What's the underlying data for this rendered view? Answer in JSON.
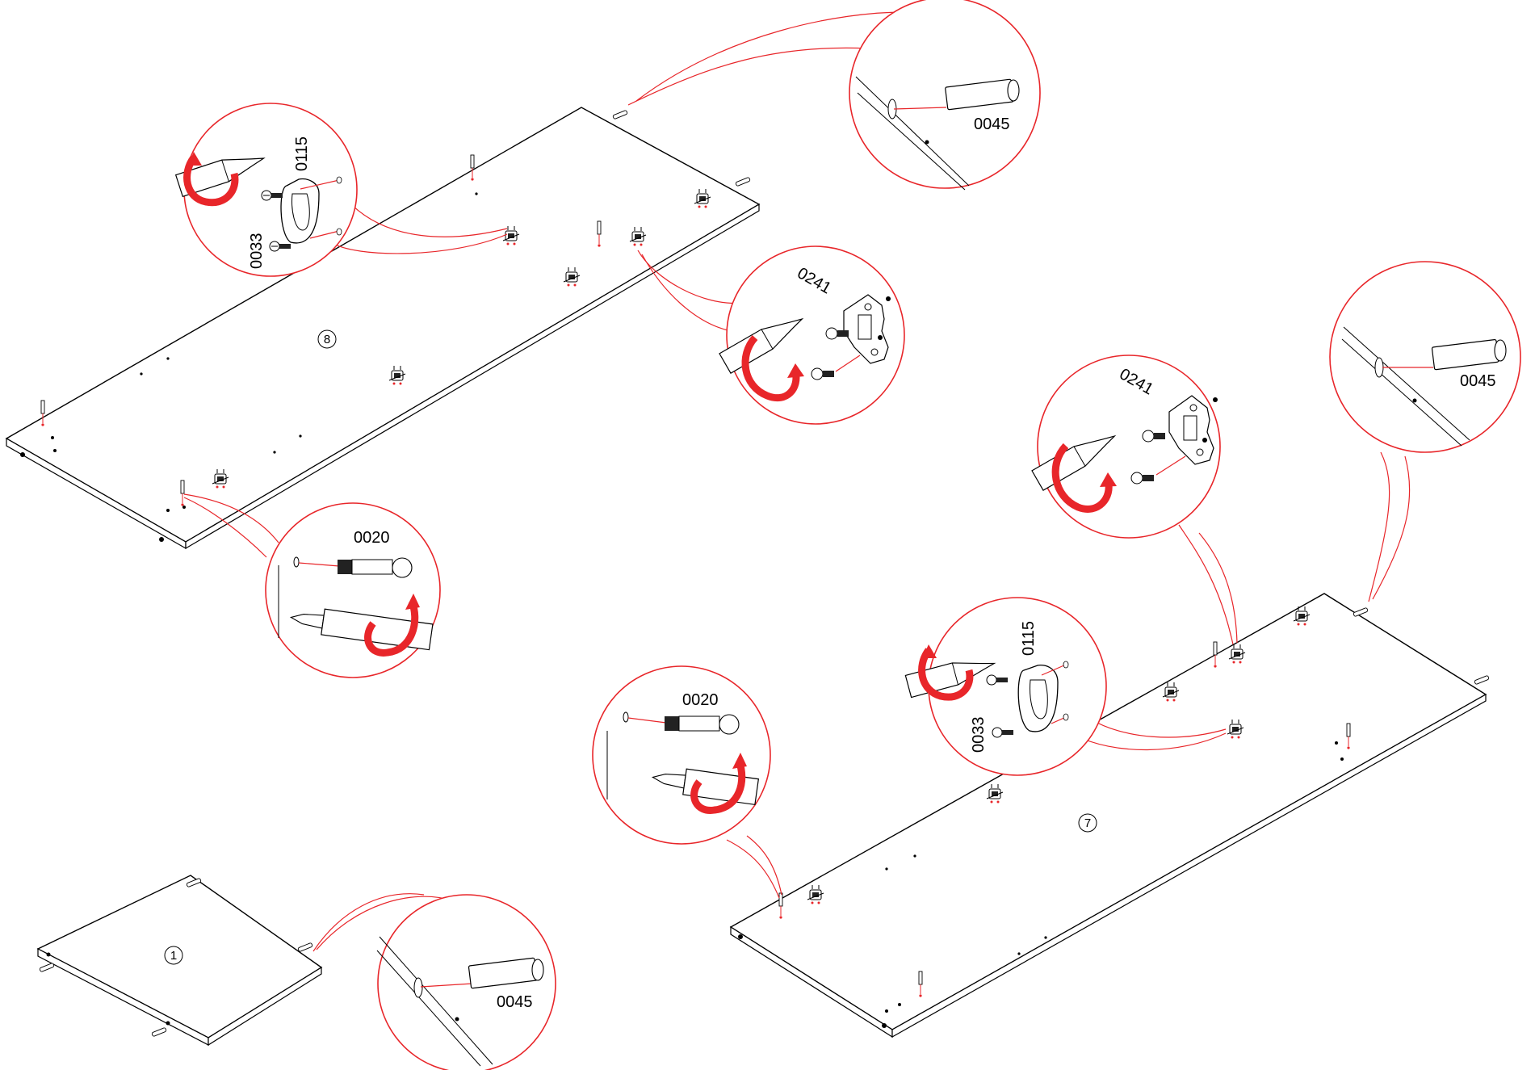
{
  "panels": [
    {
      "id": "panel-8",
      "number": "8"
    },
    {
      "id": "panel-7",
      "number": "7"
    },
    {
      "id": "panel-1",
      "number": "1"
    }
  ],
  "parts": {
    "dowel": "0045",
    "cam_bolt": "0020",
    "hinge_plate": "0241",
    "rail_support": "0115",
    "screw": "0033"
  },
  "callouts": [
    {
      "id": "callout-dowel-top",
      "part": "0045"
    },
    {
      "id": "callout-rail-top",
      "parts": [
        "0115",
        "0033"
      ]
    },
    {
      "id": "callout-hinge-top",
      "part": "0241"
    },
    {
      "id": "callout-cam-top",
      "part": "0020"
    },
    {
      "id": "callout-hinge-right",
      "part": "0241"
    },
    {
      "id": "callout-dowel-right",
      "part": "0045"
    },
    {
      "id": "callout-rail-right",
      "parts": [
        "0115",
        "0033"
      ]
    },
    {
      "id": "callout-cam-right",
      "part": "0020"
    },
    {
      "id": "callout-dowel-bottom",
      "part": "0045"
    }
  ],
  "colors": {
    "accent_red": "#e8262a",
    "line": "#000000",
    "background": "#ffffff"
  }
}
